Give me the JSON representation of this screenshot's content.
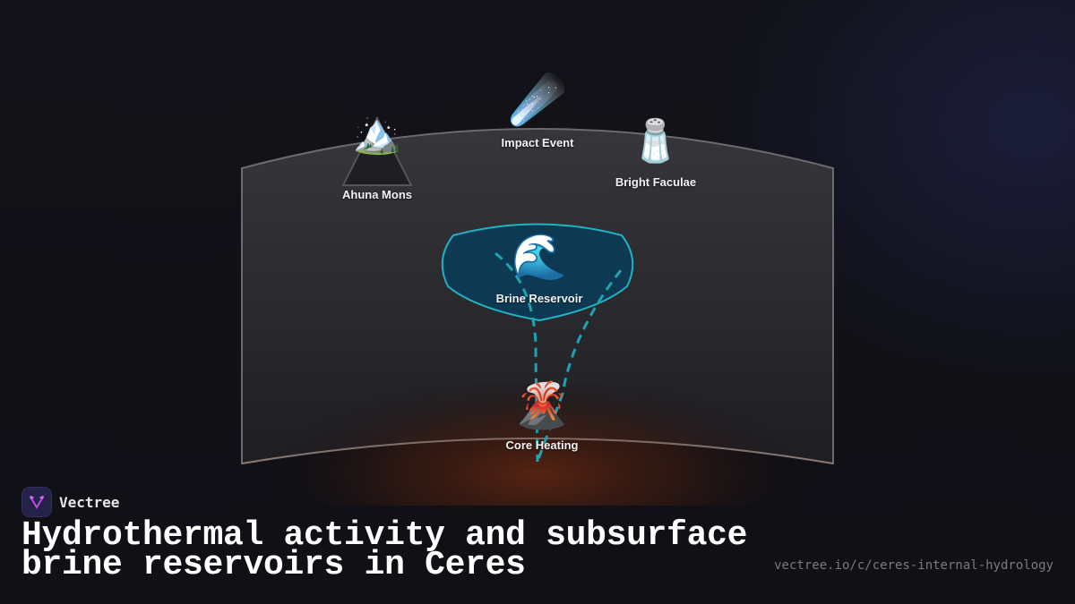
{
  "diagram": {
    "title": "Hydrothermal activity and subsurface brine reservoirs in Ceres",
    "title_lines": [
      "Hydrothermal activity and subsurface",
      "brine reservoirs in Ceres"
    ],
    "nodes": [
      {
        "id": "ahuna_mons",
        "label": "Ahuna Mons",
        "icon": "mountain-icon",
        "glyph": "🏔️"
      },
      {
        "id": "impact_event",
        "label": "Impact Event",
        "icon": "comet-icon",
        "glyph": "☄️"
      },
      {
        "id": "bright_faculae",
        "label": "Bright Faculae",
        "icon": "salt-shaker-icon",
        "glyph": "🧂"
      },
      {
        "id": "brine_reservoir",
        "label": "Brine Reservoir",
        "icon": "water-wave-icon",
        "glyph": "🌊"
      },
      {
        "id": "core_heating",
        "label": "Core Heating",
        "icon": "volcano-icon",
        "glyph": "🌋"
      }
    ],
    "edges": [
      {
        "from": "brine_reservoir",
        "to": "core_heating",
        "style": "dashed"
      },
      {
        "from": "brine_reservoir",
        "to": "core_heating",
        "style": "dashed"
      }
    ],
    "colors": {
      "background": "#111117",
      "crust_fill": "#2c2c31",
      "crust_stroke": "#6a6a70",
      "reservoir_fill": "#0d3a52",
      "reservoir_stroke": "#1fb3c4",
      "edge": "#1fa3b0",
      "core_glow": "#5a2412"
    }
  },
  "brand": {
    "name": "Vectree",
    "logo_icon": "vectree-logo-icon"
  },
  "footer": {
    "url": "vectree.io/c/ceres-internal-hydrology"
  }
}
